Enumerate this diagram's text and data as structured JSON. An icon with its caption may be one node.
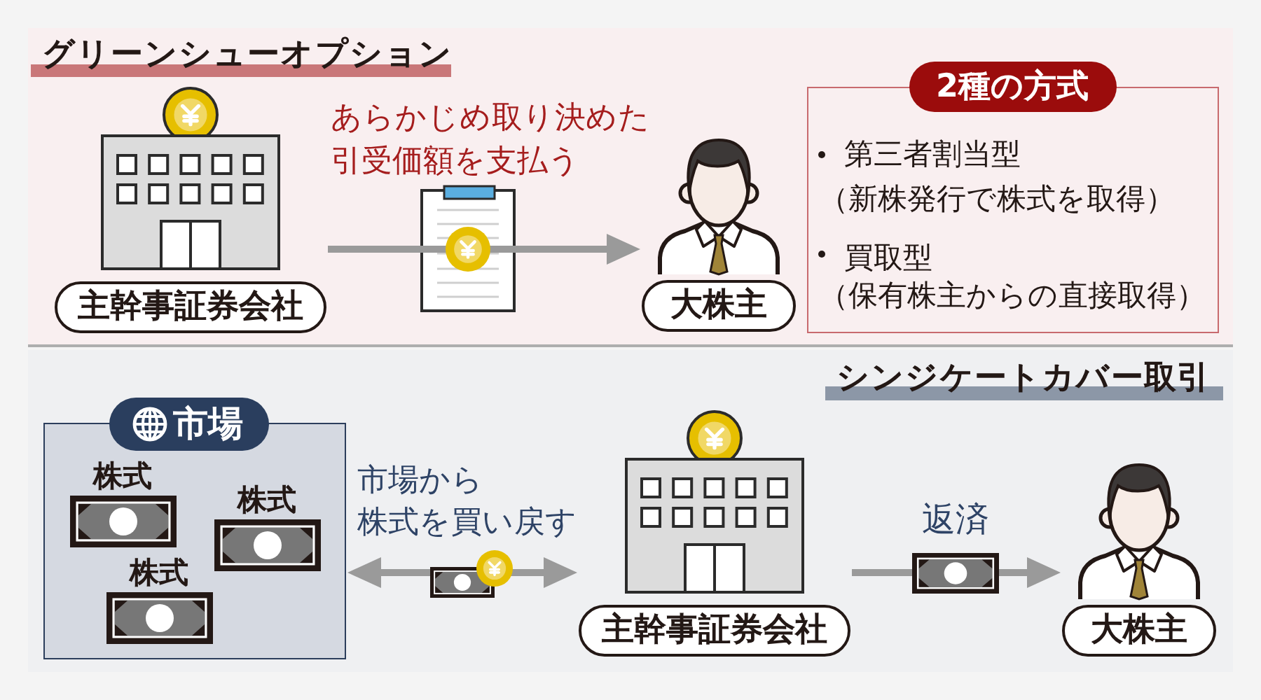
{
  "diagram": {
    "nodes": [
      {
        "text": [
          "グリーンシューオプション"
        ]
      },
      {
        "text": [
          "主幹事証券会社"
        ],
        "in": 0
      },
      {
        "text": [
          "大株主"
        ],
        "in": 0
      },
      {
        "text": [
          "2種の方式",
          "第三者割当型",
          "（新株発行で株式を取得）",
          "買取型",
          "（保有株主からの直接取得）"
        ],
        "in": 0
      },
      {
        "text": [
          "シンジケートカバー取引"
        ]
      },
      {
        "text": [
          "市場"
        ],
        "in": 4
      },
      {
        "text": [
          "株式"
        ],
        "in": 5
      },
      {
        "text": [
          "株式"
        ],
        "in": 5
      },
      {
        "text": [
          "株式"
        ],
        "in": 5
      },
      {
        "text": [
          "主幹事証券会社"
        ],
        "in": 4
      },
      {
        "text": [
          "大株主"
        ],
        "in": 4
      }
    ],
    "edges": [
      {
        "from": 1,
        "to": 2,
        "arrow": "to",
        "label": "あらかじめ取り決めた引受価額を支払う"
      },
      {
        "from": 5,
        "to": 9,
        "arrow": "both",
        "label": "市場から株式を買い戻す"
      },
      {
        "from": 9,
        "to": 10,
        "arrow": "to",
        "label": "返済"
      }
    ]
  }
}
